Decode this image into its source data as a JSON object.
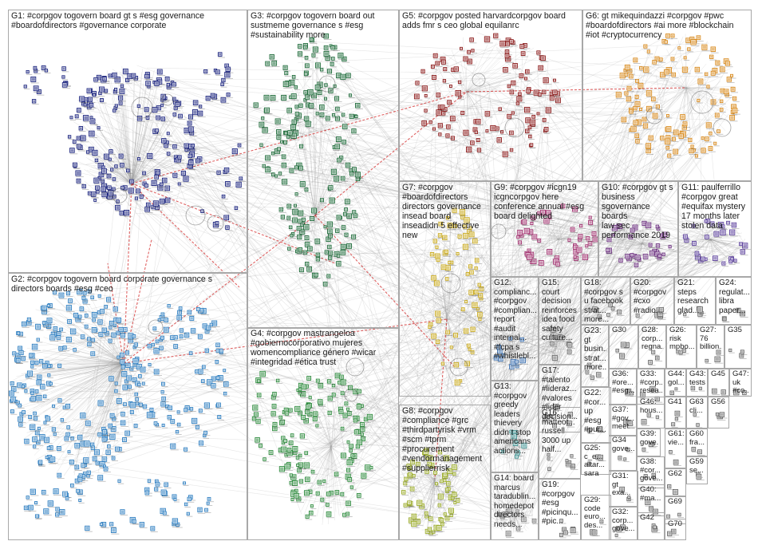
{
  "graph": {
    "groups": [
      {
        "id": "G1",
        "label": "G1: #corpgov togovern board gt s #esg governance\n#boardofdirectors #governance corporate",
        "color": "#1a237e"
      },
      {
        "id": "G2",
        "label": "G2: #corpgov togovern board corporate governance s\ndirectors boards #esg #ceo",
        "color": "#2f7fc1"
      },
      {
        "id": "G3",
        "label": "G3: #corpgov togovern board out\nsustmeme governance s #esg\n#sustainability more",
        "color": "#1e6b3a"
      },
      {
        "id": "G4",
        "label": "G4: #corpgov mastrangeloa\n#gobiernocorporativo mujeres\nwomencompliance género #wicar\n#integridad #ética trust",
        "color": "#2e8b3e"
      },
      {
        "id": "G5",
        "label": "G5: #corpgov posted harvardcorpgov board\nadds fmr s ceo global equilanrc",
        "color": "#8b1a1a"
      },
      {
        "id": "G6",
        "label": "G6: gt mikequindazzi #corpgov #pwc\n#boardofdirectors #ai more #blockchain\n#iot #cryptocurrency",
        "color": "#d88a1e"
      },
      {
        "id": "G7",
        "label": "G7: #corpgov\n#boardofdirectors\ndirectors governance\ninsead board\ninseadidn 5 effective\nnew",
        "color": "#c9a91c"
      },
      {
        "id": "G8",
        "label": "G8: #corpgov\n#compliance #grc\n#thirdpartyrisk #vrm\n#scm #tprm\n#procurement\n#vendormanagement\n#supplierrisk",
        "color": "#9aab28"
      },
      {
        "id": "G9",
        "label": "G9: #corpgov #icgn19\nicgncorpgov here\nconference annual #esg\nboard delighted",
        "color": "#a0306e"
      },
      {
        "id": "G10",
        "label": "G10: #corpgov gt s\nbusiness\nsgovernance boards\nlaw sec\nperformance 2019",
        "color": "#6a2d7e"
      },
      {
        "id": "G11",
        "label": "G11: paulferrillo\n#corpgov great\n#equifax mystery\n17 months later\nstolen data",
        "color": "#5b3f9c"
      },
      {
        "id": "G12",
        "label": "G12:\ncomplianc...\n#corpgov\n#complian...\nreport\n#audit\ninternal...\n#fcpa s\n#whistlebl...",
        "color": "#3a6fb0"
      },
      {
        "id": "G13",
        "label": "G13:\n#corpgov\ngreedy\nleaders\nthievery\ndidn t stop\namericans\nactions...",
        "color": "#3b8f8f"
      },
      {
        "id": "G14",
        "label": "G14: board\nmarcus\ntaradublin...\nhomedepot\ndirectors\nneeds...",
        "color": "#7a7a7a"
      },
      {
        "id": "G15",
        "label": "G15:\ncourt\ndecision\nreinforces\nidea food\nsafety\nculture...",
        "color": "#6b6b6b"
      },
      {
        "id": "G16",
        "label": "G16:\nmatteot...\nrussell\n3000 up\nhalf...",
        "color": "#6b6b6b"
      },
      {
        "id": "G17",
        "label": "G17:\n#talento\n#lideraz...\n#valores\n#lider\ndecision...",
        "color": "#6b6b6b"
      },
      {
        "id": "G18",
        "label": "G18:\n#corpgov s\nu facebook\nstrat...\nmore...",
        "color": "#6b6b6b"
      },
      {
        "id": "G19",
        "label": "G19:\n#corpgov\n#esg\n#picinqu...\n#pic...",
        "color": "#6b6b6b"
      },
      {
        "id": "G20",
        "label": "G20:\n#corpgov\n#cxo\n#radio...",
        "color": "#6b6b6b"
      },
      {
        "id": "G21",
        "label": "G21:\nsteps\nresearch\nglad...",
        "color": "#6b6b6b"
      },
      {
        "id": "G22",
        "label": "G22:\n#cor...\nup\n#esg\n#pur...",
        "color": "#6b6b6b"
      },
      {
        "id": "G23",
        "label": "G23:\ngt\nbusin...\nstrat...\nmore...",
        "color": "#6b6b6b"
      },
      {
        "id": "G24",
        "label": "G24:\nregulat...\nlibra\npaper...",
        "color": "#6b6b6b"
      },
      {
        "id": "G25",
        "label": "G25:\nc_e...\naltar...\nsara",
        "color": "#6b6b6b"
      },
      {
        "id": "G26",
        "label": "G26:\nrisk\nmpbo...",
        "color": "#6b6b6b"
      },
      {
        "id": "G27",
        "label": "G27:\n76\nbillion...",
        "color": "#6b6b6b"
      },
      {
        "id": "G28",
        "label": "G28:\ncorp...\nregna...",
        "color": "#6b6b6b"
      },
      {
        "id": "G29",
        "label": "G29:\ncode\neuro...\ndes...",
        "color": "#6b6b6b"
      },
      {
        "id": "G30",
        "label": "G30",
        "color": "#6b6b6b"
      },
      {
        "id": "G31",
        "label": "G31:\ngt\nexa...",
        "color": "#6b6b6b"
      },
      {
        "id": "G32",
        "label": "G32:\ncorp...\ngove...",
        "color": "#6b6b6b"
      },
      {
        "id": "G33",
        "label": "G33:\n#corp...\nresea...",
        "color": "#6b6b6b"
      },
      {
        "id": "G34",
        "label": "G34\ngove...",
        "color": "#6b6b6b"
      },
      {
        "id": "G35",
        "label": "G35",
        "color": "#6b6b6b"
      },
      {
        "id": "G36",
        "label": "G36:\n#ore...\n#esg...",
        "color": "#6b6b6b"
      },
      {
        "id": "G37",
        "label": "G37:\n#gov...\nmeet...",
        "color": "#6b6b6b"
      },
      {
        "id": "G38",
        "label": "G38:\n#cor...\ngove...",
        "color": "#6b6b6b"
      },
      {
        "id": "G39",
        "label": "G39:\ngove...",
        "color": "#6b6b6b"
      },
      {
        "id": "G40",
        "label": "G40:\n#ma...",
        "color": "#6b6b6b"
      },
      {
        "id": "G41",
        "label": "G41",
        "color": "#6b6b6b"
      },
      {
        "id": "G42",
        "label": "G42",
        "color": "#6b6b6b"
      },
      {
        "id": "G43",
        "label": "G43:\ntests",
        "color": "#6b6b6b"
      },
      {
        "id": "G44",
        "label": "G44:\ngol...",
        "color": "#6b6b6b"
      },
      {
        "id": "G45",
        "label": "G45",
        "color": "#6b6b6b"
      },
      {
        "id": "G46",
        "label": "G46:\nhous...",
        "color": "#6b6b6b"
      },
      {
        "id": "G47",
        "label": "G47:\nuk\n#co...",
        "color": "#6b6b6b"
      },
      {
        "id": "G56",
        "label": "G56",
        "color": "#6b6b6b"
      },
      {
        "id": "G59",
        "label": "G59\nse...",
        "color": "#6b6b6b"
      },
      {
        "id": "G60",
        "label": "G60\nfra...",
        "color": "#6b6b6b"
      },
      {
        "id": "G61",
        "label": "G61:\nvie...",
        "color": "#6b6b6b"
      },
      {
        "id": "G62",
        "label": "G62",
        "color": "#6b6b6b"
      },
      {
        "id": "G63",
        "label": "G63\ncli...",
        "color": "#6b6b6b"
      },
      {
        "id": "G69",
        "label": "G69",
        "color": "#6b6b6b"
      },
      {
        "id": "G70",
        "label": "G70",
        "color": "#6b6b6b"
      }
    ]
  }
}
